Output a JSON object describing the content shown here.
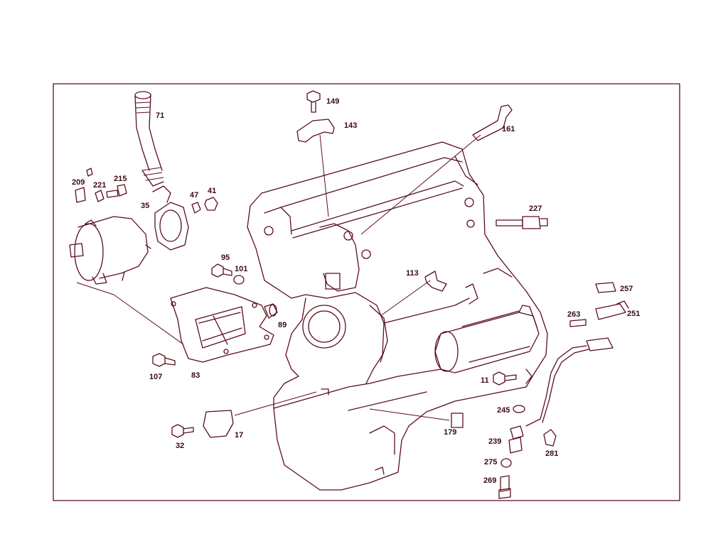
{
  "colors": {
    "line": "#5a0e1c",
    "label": "#3a0a12",
    "background": "#ffffff"
  },
  "callouts": {
    "p71": "71",
    "p149": "149",
    "p143": "143",
    "p161": "161",
    "p209": "209",
    "p221": "221",
    "p215": "215",
    "p35": "35",
    "p47": "47",
    "p41": "41",
    "p227": "227",
    "p95": "95",
    "p101": "101",
    "p113": "113",
    "p89": "89",
    "p257": "257",
    "p263": "263",
    "p251": "251",
    "p107": "107",
    "p83": "83",
    "p11": "11",
    "p245": "245",
    "p239": "239",
    "p281": "281",
    "p275": "275",
    "p269": "269",
    "p32": "32",
    "p17": "17",
    "p179": "179"
  }
}
